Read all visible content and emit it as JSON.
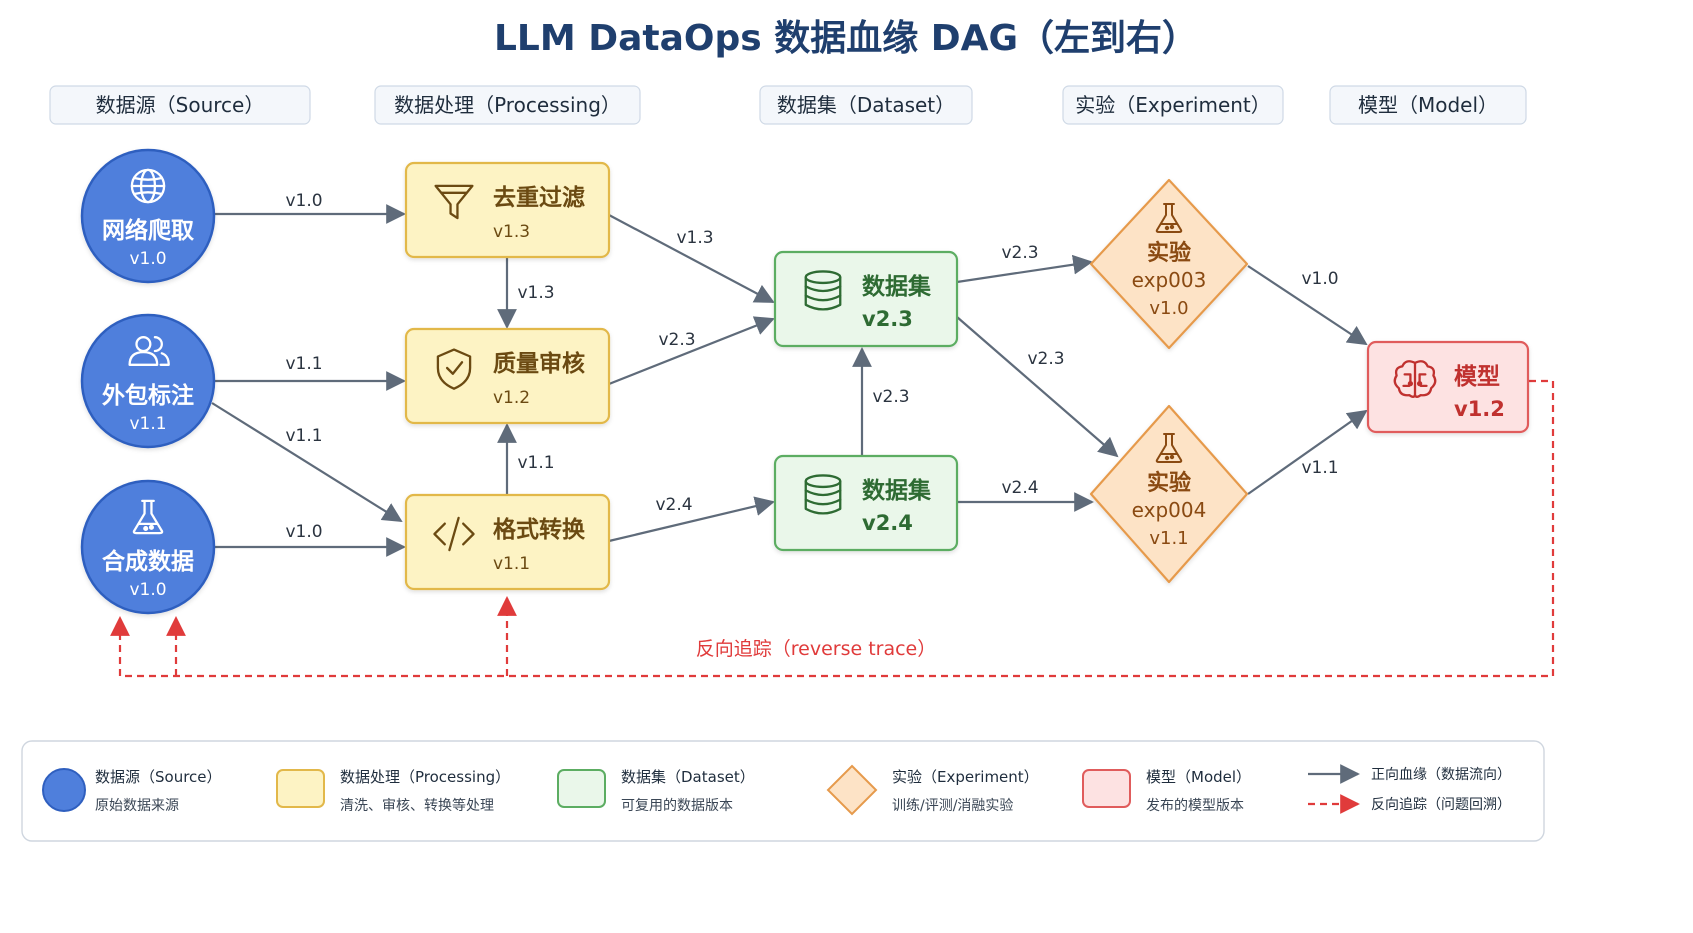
{
  "title": "LLM DataOps 数据血缘 DAG（左到右）",
  "columns": [
    {
      "id": "source",
      "label": "数据源（Source）"
    },
    {
      "id": "processing",
      "label": "数据处理（Processing）"
    },
    {
      "id": "dataset",
      "label": "数据集（Dataset）"
    },
    {
      "id": "experiment",
      "label": "实验（Experiment）"
    },
    {
      "id": "model",
      "label": "模型（Model）"
    }
  ],
  "nodes": {
    "crawl": {
      "type": "source",
      "icon": "globe-icon",
      "name": "网络爬取",
      "version": "v1.0"
    },
    "label": {
      "type": "source",
      "icon": "users-icon",
      "name": "外包标注",
      "version": "v1.1"
    },
    "synth": {
      "type": "source",
      "icon": "flask-icon",
      "name": "合成数据",
      "version": "v1.0"
    },
    "dedup": {
      "type": "processing",
      "icon": "filter-icon",
      "name": "去重过滤",
      "version": "v1.3"
    },
    "qa": {
      "type": "processing",
      "icon": "shield-check-icon",
      "name": "质量审核",
      "version": "v1.2"
    },
    "fmt": {
      "type": "processing",
      "icon": "code-icon",
      "name": "格式转换",
      "version": "v1.1"
    },
    "ds23": {
      "type": "dataset",
      "icon": "database-icon",
      "name": "数据集",
      "version": "v2.3"
    },
    "ds24": {
      "type": "dataset",
      "icon": "database-icon",
      "name": "数据集",
      "version": "v2.4"
    },
    "exp003": {
      "type": "experiment",
      "icon": "flask-icon",
      "name": "实验",
      "id": "exp003",
      "version": "v1.0"
    },
    "exp004": {
      "type": "experiment",
      "icon": "flask-icon",
      "name": "实验",
      "id": "exp004",
      "version": "v1.1"
    },
    "model": {
      "type": "model",
      "icon": "brain-icon",
      "name": "模型",
      "version": "v1.2"
    }
  },
  "edges": [
    {
      "from": "crawl",
      "to": "dedup",
      "label": "v1.0"
    },
    {
      "from": "label",
      "to": "qa",
      "label": "v1.1"
    },
    {
      "from": "label",
      "to": "fmt",
      "label": "v1.1"
    },
    {
      "from": "synth",
      "to": "fmt",
      "label": "v1.0"
    },
    {
      "from": "dedup",
      "to": "qa",
      "label": "v1.3"
    },
    {
      "from": "fmt",
      "to": "qa",
      "label": "v1.1"
    },
    {
      "from": "dedup",
      "to": "ds23",
      "label": "v1.3"
    },
    {
      "from": "qa",
      "to": "ds23",
      "label": "v2.3"
    },
    {
      "from": "fmt",
      "to": "ds24",
      "label": "v2.4"
    },
    {
      "from": "ds24",
      "to": "ds23",
      "label": "v2.3"
    },
    {
      "from": "ds23",
      "to": "exp003",
      "label": "v2.3"
    },
    {
      "from": "ds23",
      "to": "exp004",
      "label": "v2.3"
    },
    {
      "from": "ds24",
      "to": "exp004",
      "label": "v2.4"
    },
    {
      "from": "exp003",
      "to": "model",
      "label": "v1.0"
    },
    {
      "from": "exp004",
      "to": "model",
      "label": "v1.1"
    }
  ],
  "reverse_trace": {
    "label": "反向追踪（reverse trace）",
    "targets": [
      "label",
      "synth",
      "fmt"
    ]
  },
  "legend": [
    {
      "type": "source",
      "title": "数据源（Source）",
      "desc": "原始数据来源"
    },
    {
      "type": "processing",
      "title": "数据处理（Processing）",
      "desc": "清洗、审核、转换等处理"
    },
    {
      "type": "dataset",
      "title": "数据集（Dataset）",
      "desc": "可复用的数据版本"
    },
    {
      "type": "experiment",
      "title": "实验（Experiment）",
      "desc": "训练/评测/消融实验"
    },
    {
      "type": "model",
      "title": "模型（Model）",
      "desc": "发布的模型版本"
    }
  ],
  "legend_lines": [
    {
      "style": "solid",
      "label": "正向血缘（数据流向）"
    },
    {
      "style": "dashed",
      "label": "反向追踪（问题回溯）"
    }
  ],
  "colors": {
    "title": "#1f3f6e",
    "header_bg": "#f4f7fb",
    "header_border": "#cfd9e6",
    "header_text": "#1f2d3d",
    "source_fill": "#4f7fdc",
    "source_stroke": "#2f5fbf",
    "processing_fill": "#fdf3c4",
    "processing_stroke": "#e2b84a",
    "processing_text": "#6b4a12",
    "dataset_fill": "#eaf7ea",
    "dataset_stroke": "#5cad62",
    "dataset_text": "#2e6b33",
    "experiment_fill": "#fde3c6",
    "experiment_stroke": "#e69a4c",
    "experiment_text": "#8a4a12",
    "model_fill": "#fde2e2",
    "model_stroke": "#e05c5c",
    "model_text": "#c0312f",
    "edge": "#5f6b7a",
    "reverse": "#e03b3b"
  }
}
